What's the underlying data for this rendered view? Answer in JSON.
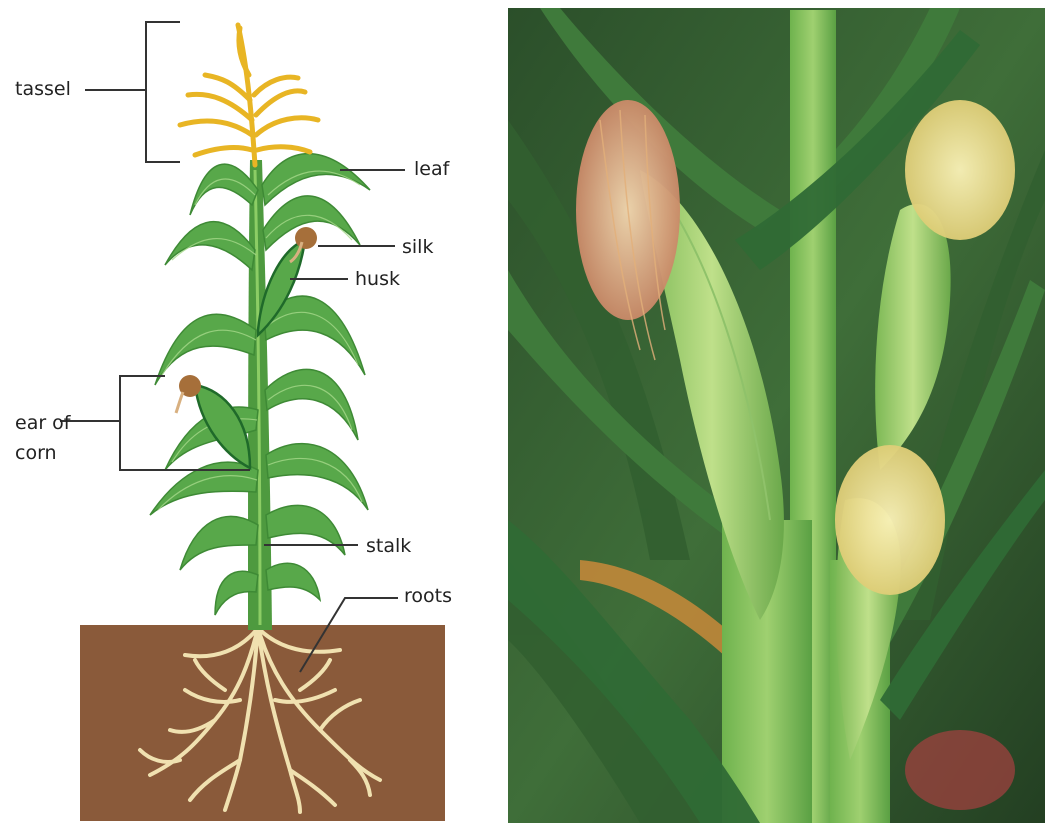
{
  "labels": {
    "tassel": "tassel",
    "leaf": "leaf",
    "silk": "silk",
    "husk": "husk",
    "ear_of_corn": "ear of corn",
    "stalk": "stalk",
    "roots": "roots"
  },
  "colors": {
    "soil": "#8a5a3a",
    "roots": "#f0e1b0",
    "tassel": "#e8b524",
    "leaf": "#58a84a",
    "stalk": "#4e9a3f",
    "husk_outline": "#1f6a2a",
    "silk": "#a66f3a",
    "leader_line": "#333333",
    "photo_background": "#2f5a2e"
  }
}
